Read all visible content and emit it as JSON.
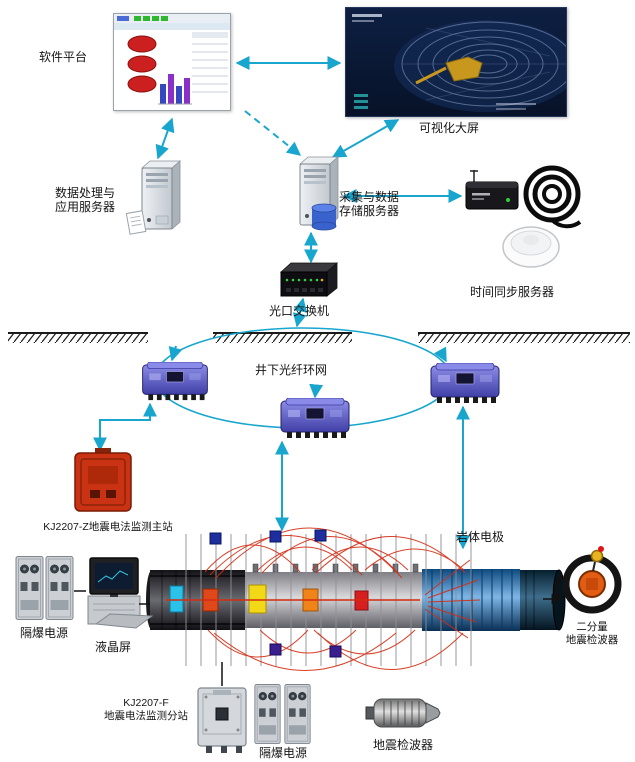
{
  "labels": {
    "software_platform": "软件平台",
    "visualization": "可视化大屏",
    "app_server": [
      "数据处理与",
      "应用服务器"
    ],
    "storage_server": [
      "采集与数据",
      "存储服务器"
    ],
    "time_sync": "时间同步服务器",
    "switch": "光口交换机",
    "fiber_ring": "井下光纤环网",
    "main_station": "KJ2207-Z地震电法监测主站",
    "rock_electrode": "岩体电极",
    "flameproof_left": "隔爆电源",
    "lcd": "液晶屏",
    "substation": [
      "KJ2207-F",
      "地震电法监测分站"
    ],
    "flameproof_bottom": "隔爆电源",
    "geophone": "地震检波器",
    "two_component": [
      "二分量",
      "地震检波器"
    ]
  },
  "colors": {
    "arrow": "#18a6cf",
    "fiber_ring": "#18a6cf",
    "field_lines": "#d52b10",
    "main_station_box": "#c93212",
    "substation_box": "#5a5ac8",
    "ground": "#1a1a1a"
  },
  "icons": {
    "software_window": "software-platform-screenshot",
    "big_screen": "tunnel-visualization-screenshot",
    "server_tower": "server-tower-icon",
    "database": "database-cylinder-icon",
    "optical_switch": "switch-box-icon",
    "gps_antenna": "gps-dome-antenna-icon",
    "cable_coil": "cable-coil-icon",
    "geophone": "geophone-cylinder-icon"
  }
}
